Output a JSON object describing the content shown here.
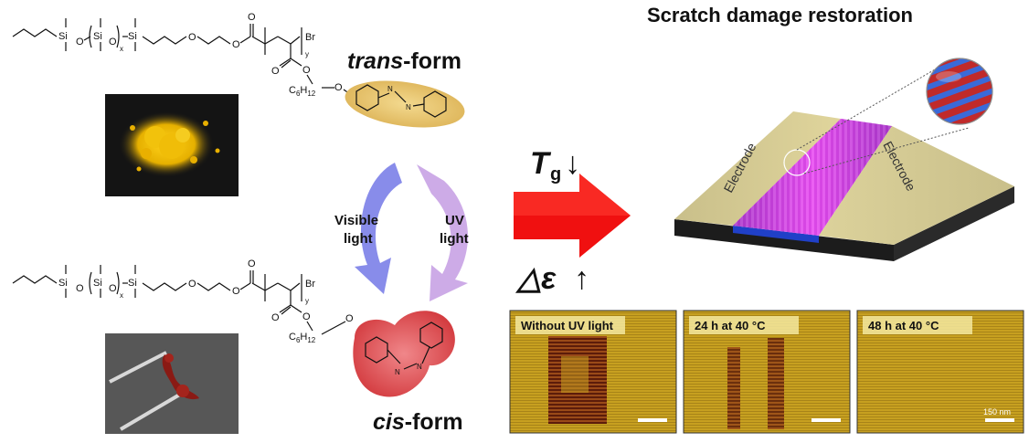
{
  "title": "Scratch damage restoration",
  "forms": {
    "trans": {
      "prefix": "trans",
      "suffix": "-form"
    },
    "cis": {
      "prefix": "cis",
      "suffix": "-form"
    }
  },
  "arrows": {
    "visible_line1": "Visible",
    "visible_line2": "light",
    "uv_line1": "UV",
    "uv_line2": "light"
  },
  "effects": {
    "tg_symbol": "T",
    "tg_subscript": "g",
    "tg_arrow": "↓",
    "eps_symbol": "△ε",
    "eps_arrow": "↑"
  },
  "device": {
    "left_electrode": "Electrode",
    "right_electrode": "Electrode"
  },
  "chem": {
    "si": "Si",
    "o": "O",
    "x": "x",
    "y": "y",
    "br": "Br",
    "c6h12": "C",
    "c6h12_sub1": "6",
    "h": "H",
    "c6h12_sub2": "12"
  },
  "panels": [
    {
      "label": "Without UV light",
      "scale": ""
    },
    {
      "label": "24 h at 40 °C",
      "scale": ""
    },
    {
      "label": "48 h at 40 °C",
      "scale": "150 nm"
    }
  ],
  "colors": {
    "trans_blob": "#e8c46a",
    "cis_blob": "#e0585a",
    "visible_arrow": "#7b7fe6",
    "uv_arrow": "#c39be0",
    "red_arrow": "#f01010",
    "electrode": "#cfc58e",
    "channel": "#d24be0",
    "afm_bg": "#c9a21e",
    "afm_line": "#7a2a10"
  },
  "icons": {
    "trans_photo": "yellow-powder-photo",
    "cis_photo": "red-polymer-tweezers-photo",
    "magnifier": "magnifier-circle"
  }
}
